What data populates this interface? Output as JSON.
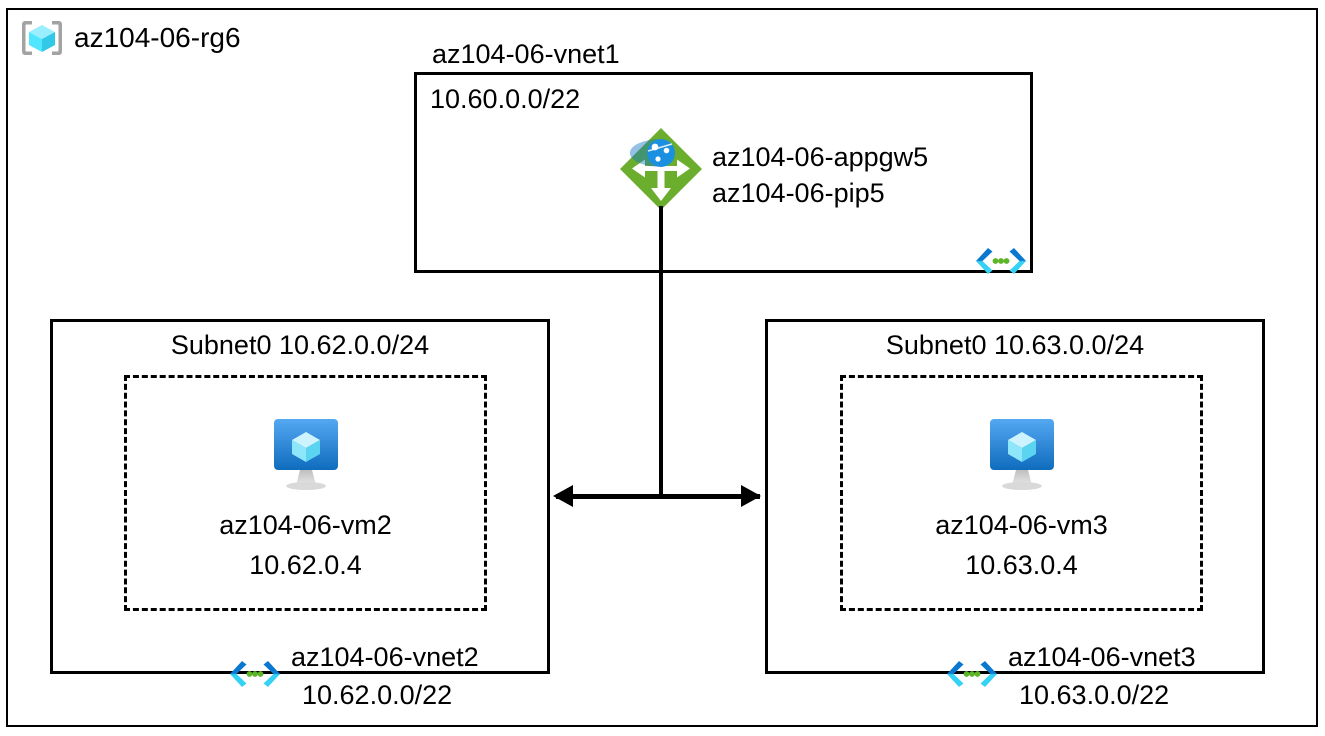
{
  "resource_group": {
    "name": "az104-06-rg6",
    "icon": "resource-group-cube-icon"
  },
  "vnet1": {
    "label": "az104-06-vnet1",
    "address_space": "10.60.0.0/22",
    "peering_icon": "vnet-peering-icon",
    "appgw": {
      "icon": "application-gateway-icon",
      "name": "az104-06-appgw5",
      "public_ip": "az104-06-pip5"
    }
  },
  "vnet2": {
    "subnet_label": "Subnet0 10.62.0.0/24",
    "name": "az104-06-vnet2",
    "address_space": "10.62.0.0/22",
    "peering_icon": "vnet-peering-icon",
    "vm": {
      "icon": "virtual-machine-icon",
      "name": "az104-06-vm2",
      "ip": "10.62.0.4"
    }
  },
  "vnet3": {
    "subnet_label": "Subnet0 10.63.0.0/24",
    "name": "az104-06-vnet3",
    "address_space": "10.63.0.0/22",
    "peering_icon": "vnet-peering-icon",
    "vm": {
      "icon": "virtual-machine-icon",
      "name": "az104-06-vm3",
      "ip": "10.63.0.4"
    }
  },
  "colors": {
    "appgw_green": "#6BAE2D",
    "appgw_globe_blue": "#1B8FE0",
    "vm_monitor_blue_top": "#4FA3F0",
    "vm_monitor_blue_bottom": "#0F6CBD",
    "vm_cube_cyan": "#9CEBFF",
    "rg_cube_cyan": "#50E6FF",
    "bracket_gray": "#A3A3A3",
    "peering_dark_blue": "#0B78D0",
    "peering_cyan": "#35D2F5",
    "peering_dot_green": "#5BB526",
    "line_black": "#000000"
  }
}
